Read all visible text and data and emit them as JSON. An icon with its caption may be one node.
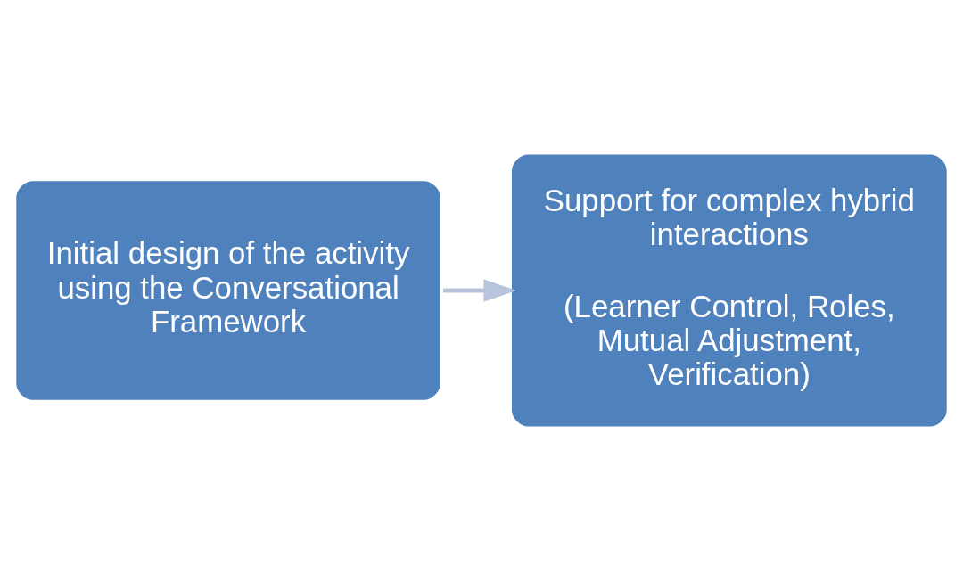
{
  "diagram": {
    "nodes": [
      {
        "text": [
          "Initial design of the activity using the Conversational Framework"
        ]
      },
      {
        "text": [
          "Support for complex hybrid interactions",
          "(Learner Control, Roles, Mutual Adjustment, Verification)"
        ]
      }
    ],
    "edges": [
      {
        "from": 0,
        "to": 1,
        "arrow": "to"
      }
    ]
  }
}
